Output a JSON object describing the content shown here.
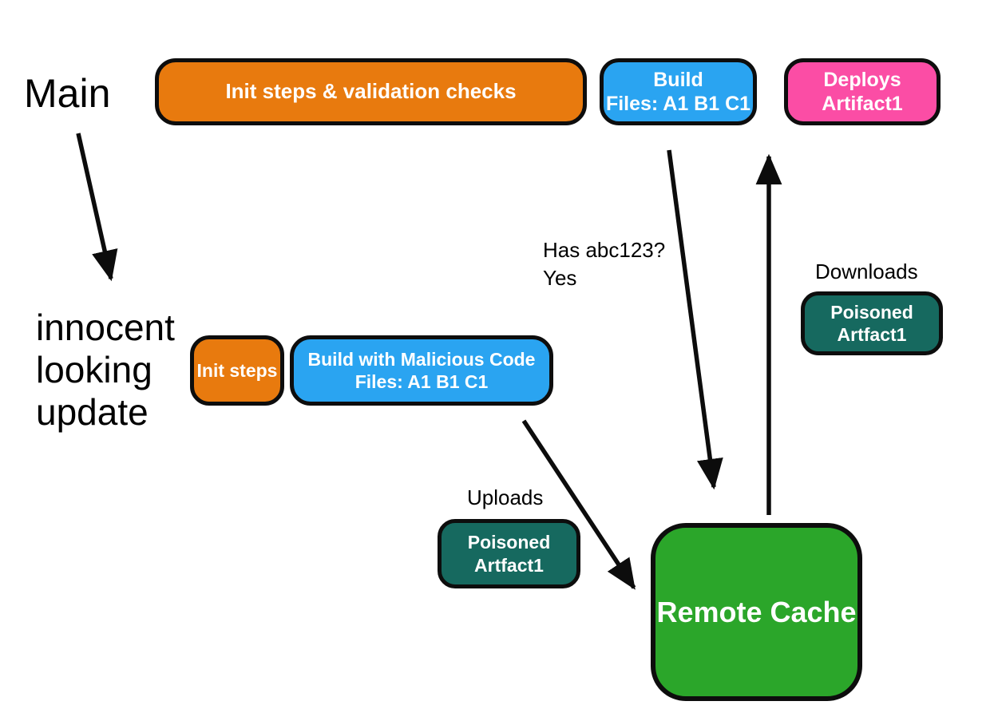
{
  "diagram": {
    "branch_labels": {
      "main": "Main",
      "update_line1": "innocent",
      "update_line2": "looking",
      "update_line3": "update"
    },
    "annotations": {
      "has_hash_line1": "Has abc123?",
      "has_hash_line2": "Yes",
      "downloads": "Downloads",
      "uploads": "Uploads"
    },
    "boxes": {
      "init_validation": {
        "label": "Init steps & validation checks"
      },
      "build_top": {
        "line1": "Build",
        "line2": "Files: A1 B1 C1"
      },
      "deploys": {
        "line1": "Deploys",
        "line2": "Artifact1"
      },
      "init_steps": {
        "label": "Init steps"
      },
      "build_malicious": {
        "line1": "Build with Malicious Code",
        "line2": "Files: A1 B1 C1"
      },
      "poisoned_download": {
        "line1": "Poisoned",
        "line2": "Artfact1"
      },
      "poisoned_upload": {
        "line1": "Poisoned",
        "line2": "Artfact1"
      },
      "remote_cache": {
        "label": "Remote Cache"
      }
    },
    "colors": {
      "orange": "#E87A0E",
      "blue": "#2AA4F1",
      "pink": "#FB4DA5",
      "teal": "#16695F",
      "green": "#2BA62A",
      "outline": "#0D0D0D",
      "arrow": "#0C0C0C",
      "box_text": "#FFFFFF",
      "label_text": "#000000",
      "background": "#FFFFFF"
    }
  }
}
